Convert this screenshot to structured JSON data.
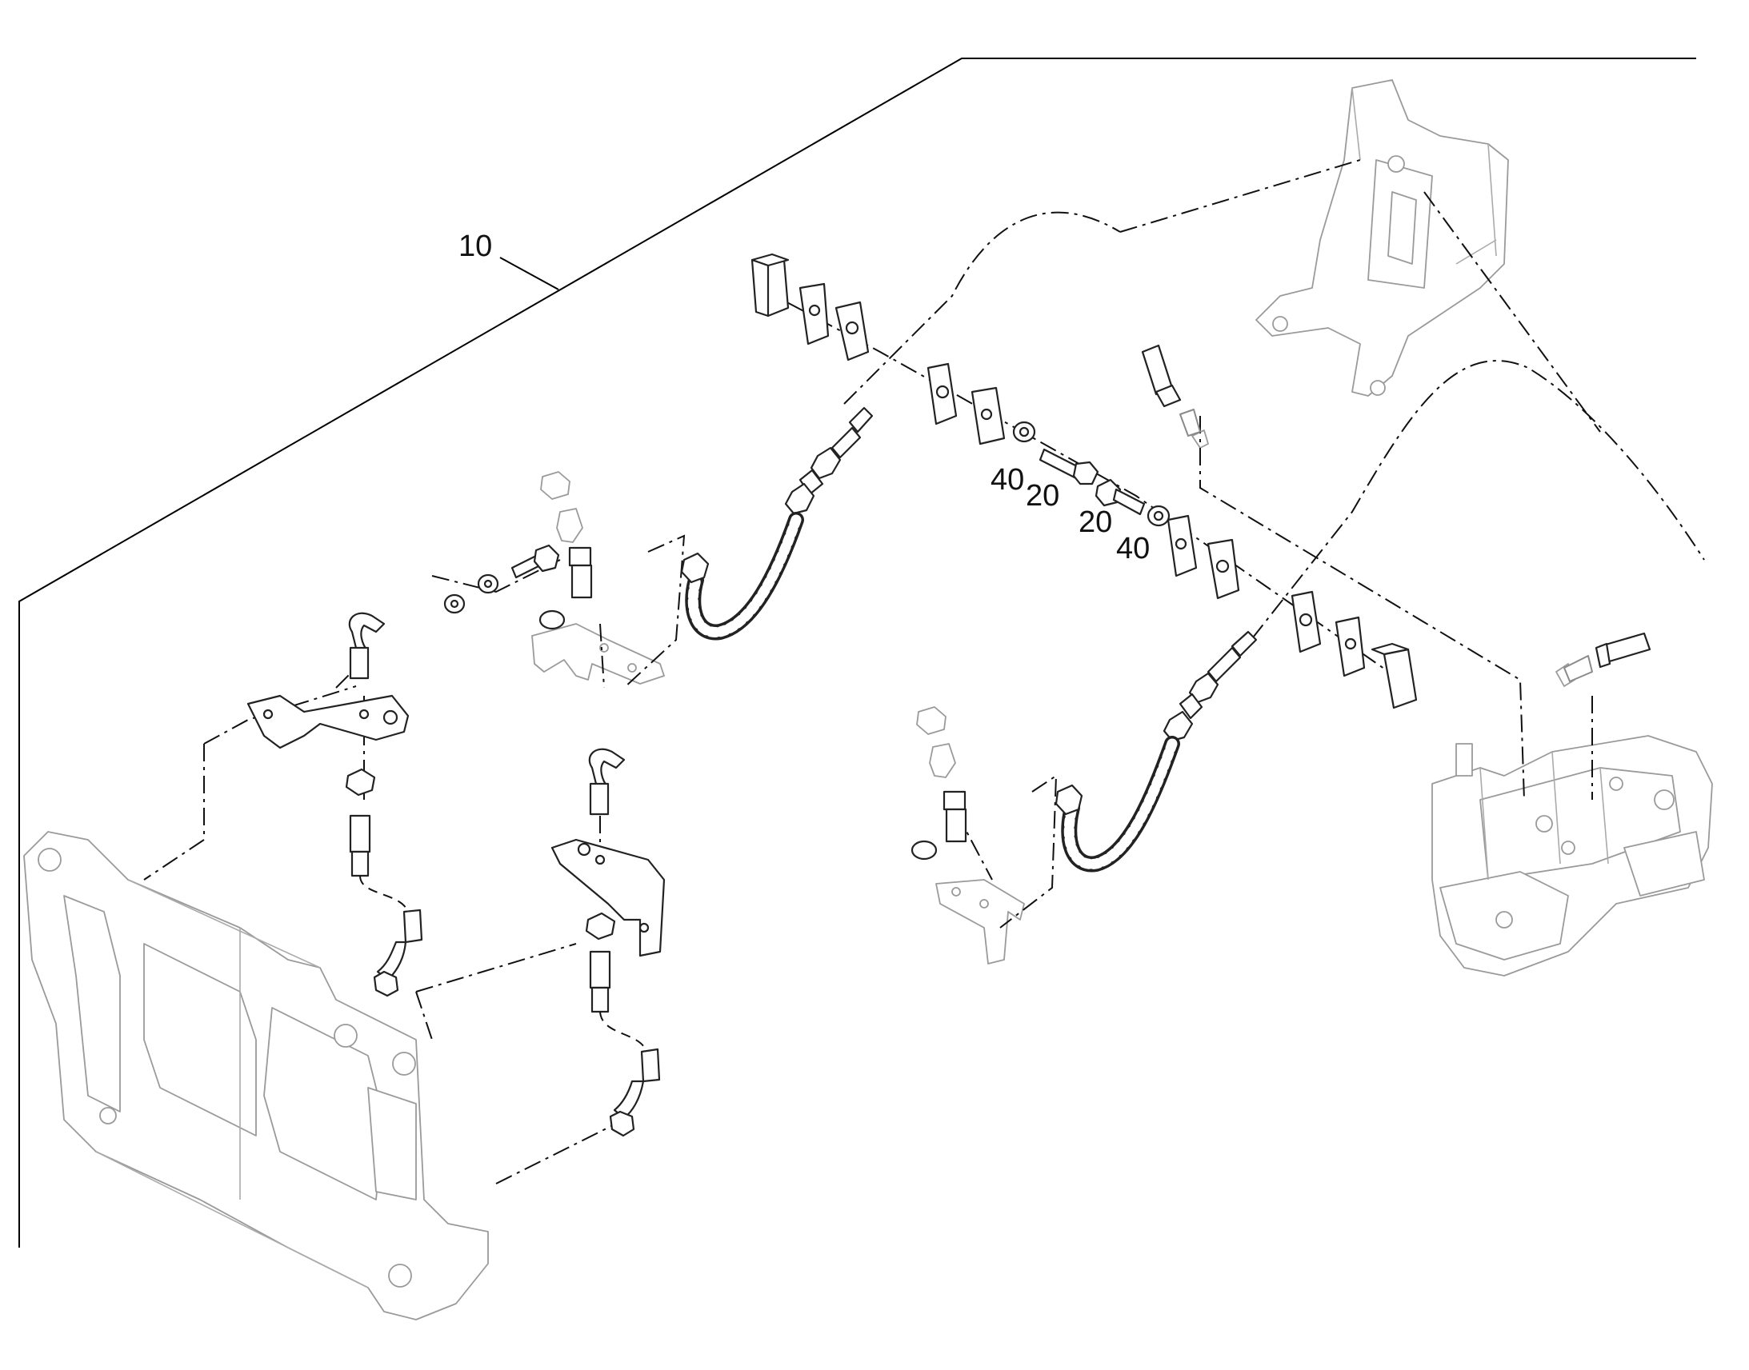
{
  "callouts": {
    "assembly": "10",
    "bolt_left": "20",
    "bolt_right": "20",
    "washer_left": "40",
    "washer_right": "40"
  },
  "colors": {
    "line": "#111111",
    "ghost_part": "#9a9a9a",
    "background": "#ffffff"
  }
}
